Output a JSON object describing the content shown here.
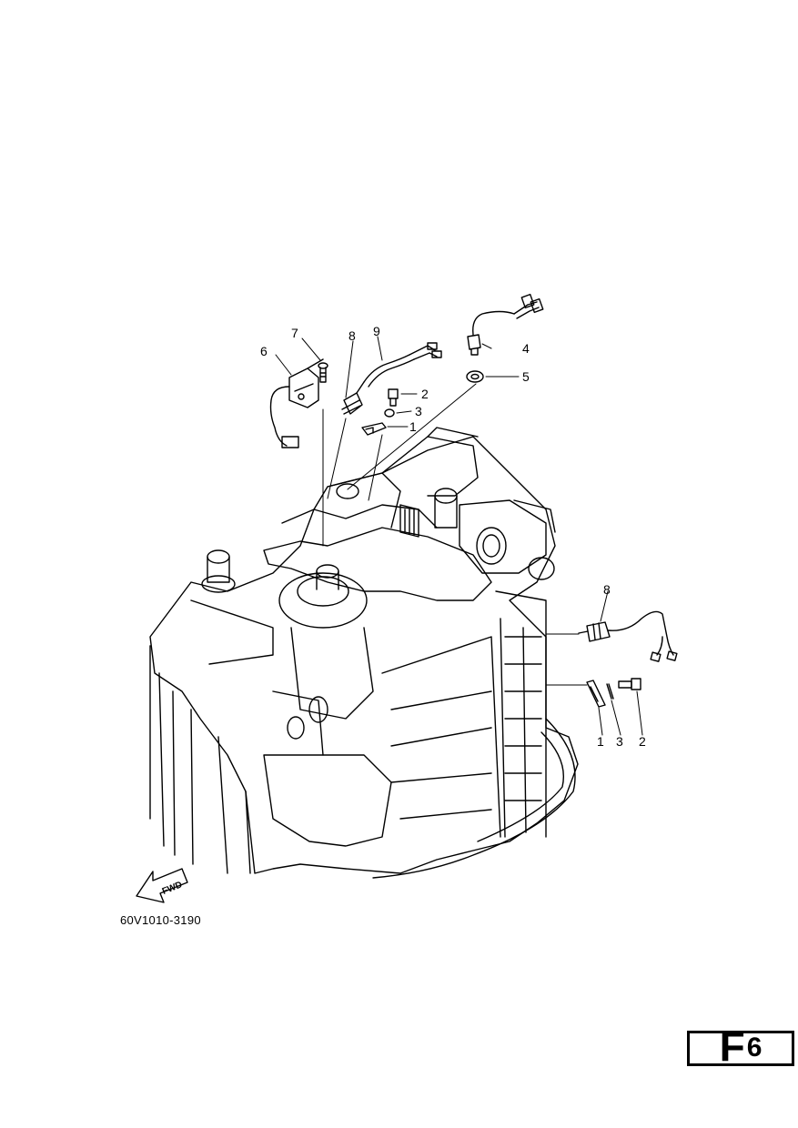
{
  "diagram": {
    "part_code": "60V1010-3190",
    "page_tag": {
      "letter": "F",
      "number": "6"
    },
    "direction_arrow": {
      "label": "FWD"
    },
    "callouts": {
      "c7": "7",
      "c8_top": "8",
      "c9": "9",
      "c6": "6",
      "c4": "4",
      "c5": "5",
      "c2_top": "2",
      "c3_top": "3",
      "c1_top": "1",
      "c8_right": "8",
      "c1_bottom": "1",
      "c3_bottom": "3",
      "c2_bottom": "2"
    }
  }
}
